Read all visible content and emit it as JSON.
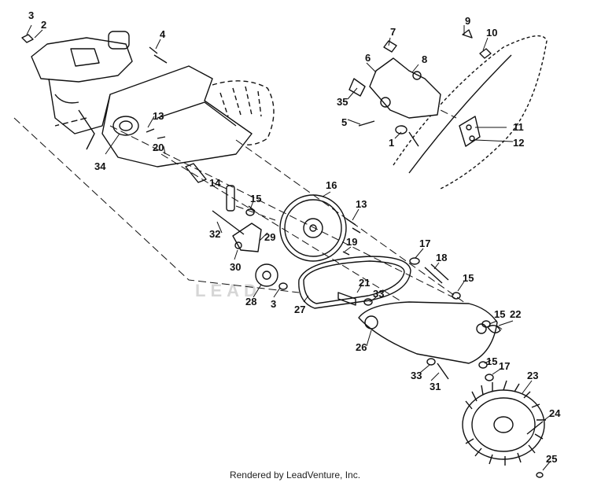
{
  "diagram": {
    "callouts": [
      "3",
      "2",
      "4",
      "7",
      "9",
      "10",
      "6",
      "8",
      "35",
      "5",
      "1",
      "11",
      "12",
      "13",
      "34",
      "20",
      "14",
      "16",
      "13",
      "15",
      "32",
      "29",
      "19",
      "17",
      "18",
      "30",
      "28",
      "3",
      "21",
      "33",
      "27",
      "15",
      "15",
      "22",
      "26",
      "15",
      "17",
      "33",
      "31",
      "23",
      "24",
      "25"
    ],
    "watermark_text": "LEAD",
    "footer_text": "Rendered by LeadVenture, Inc."
  }
}
